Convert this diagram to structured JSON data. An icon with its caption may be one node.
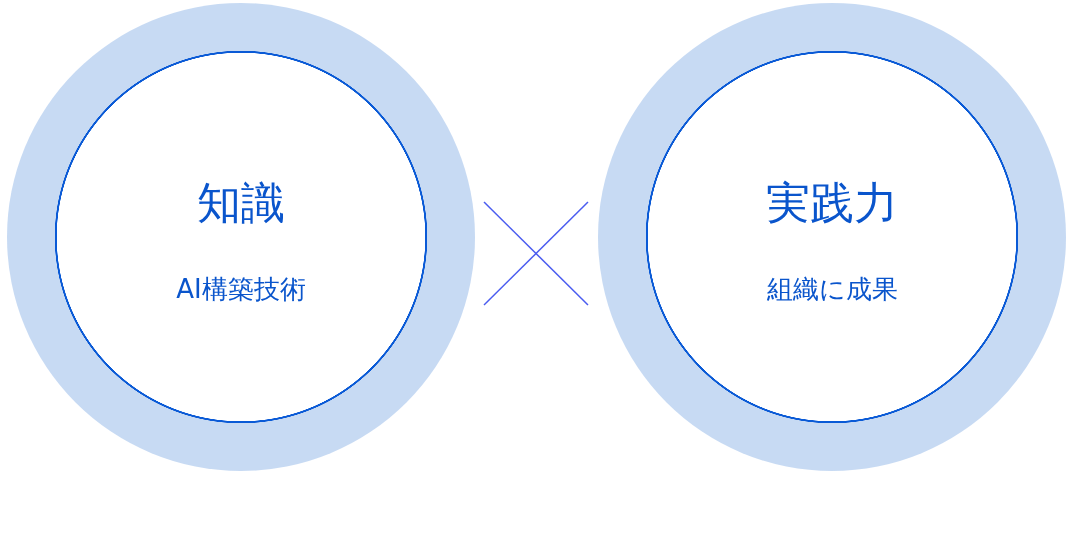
{
  "diagram": {
    "nodes": [
      {
        "text": [
          "知識",
          "AI構築技術"
        ]
      },
      {
        "text": [
          "実践力",
          "組織に成果"
        ]
      }
    ]
  }
}
